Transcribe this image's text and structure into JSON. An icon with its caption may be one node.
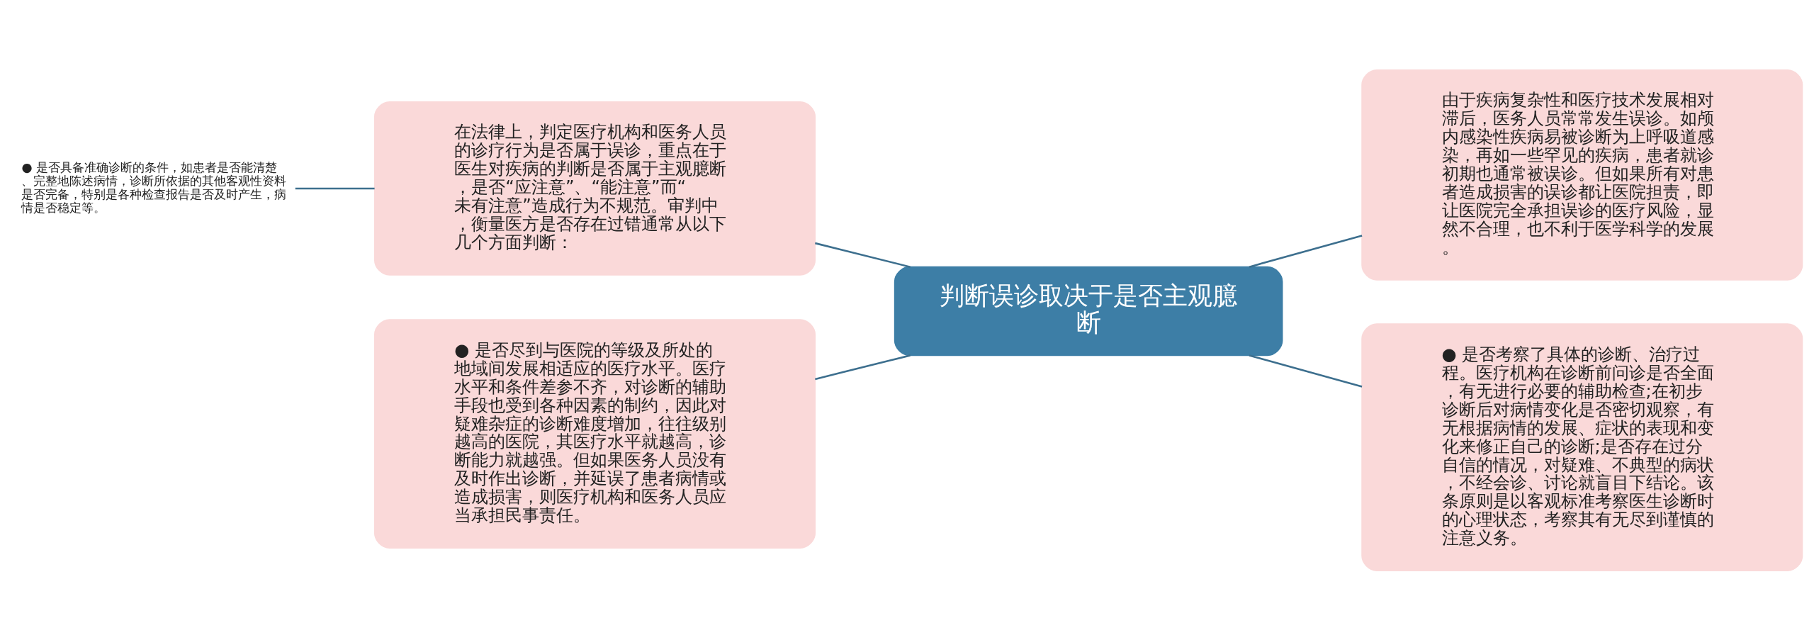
{
  "diagram": {
    "nodes": [
      {
        "text": [
          "判断误诊取决于是否主观臆断"
        ]
      },
      {
        "text": [
          "在法律上，判定医疗机构和医务人员的诊疗行为是否属于误诊，重点在于医生对疾病的判断是否属于主观臆断，是否“应注意”、“能注意”而“未有注意”造成行为不规范。审判中，衡量医方是否存在过错通常从以下几个方面判断："
        ]
      },
      {
        "text": [
          "● 是否具备准确诊断的条件，如患者是否能清楚、完整地陈述病情，诊断所依据的其他客观性资料是否完备，特别是各种检查报告是否及时产生，病情是否稳定等。"
        ]
      },
      {
        "text": [
          "● 是否尽到与医院的等级及所处的地域间发展相适应的医疗水平。医疗水平和条件差参不齐，对诊断的辅助手段也受到各种因素的制约，因此对疑难杂症的诊断难度增加，往往级别越高的医院，其医疗水平就越高，诊断能力就越强。但如果医务人员没有及时作出诊断，并延误了患者病情或造成损害，则医疗机构和医务人员应当承担民事责任。"
        ]
      },
      {
        "text": [
          "由于疾病复杂性和医疗技术发展相对滞后，医务人员常常发生误诊。如颅内感染性疾病易被诊断为上呼吸道感染，再如一些罕见的疾病，患者就诊初期也通常被误诊。但如果所有对患者造成损害的误诊都让医院担责，即让医院完全承担误诊的医疗风险，显然不合理，也不利于医学科学的发展。"
        ]
      },
      {
        "text": [
          "● 是否考察了具体的诊断、治疗过程。医疗机构在诊断前问诊是否全面，有无进行必要的辅助检查;在初步诊断后对病情变化是否密切观察，有无根据病情的发展、症状的表现和变化来修正自己的诊断;是否存在过分自信的情况，对疑难、不典型的病状，不经会诊、讨论就盲目下结论。该条原则是以客观标准考察医生诊断时的心理状态，考察其有无尽到谨慎的注意义务。"
        ]
      }
    ],
    "edges": [
      {
        "from": 0,
        "to": 1,
        "arrow": "none"
      },
      {
        "from": 1,
        "to": 2,
        "arrow": "none"
      },
      {
        "from": 0,
        "to": 3,
        "arrow": "none"
      },
      {
        "from": 0,
        "to": 4,
        "arrow": "none"
      },
      {
        "from": 0,
        "to": 5,
        "arrow": "none"
      }
    ]
  }
}
